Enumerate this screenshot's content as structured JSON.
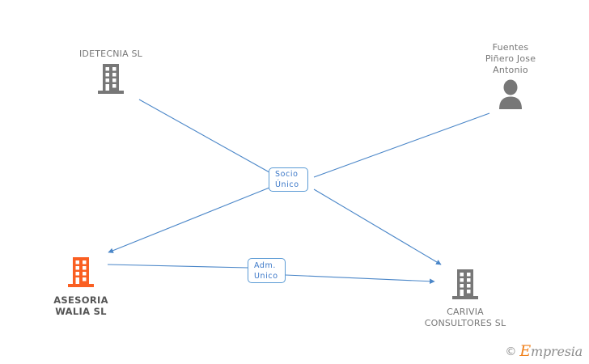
{
  "diagram": {
    "type": "corporate-relationship-graph",
    "background_color": "#ffffff",
    "edge_color": "#4a86c8",
    "accent_color": "#fa5f22",
    "node_gray": "#777777",
    "relation_box_color": "#5b9bd5",
    "relation_text_color": "#3c78c8"
  },
  "nodes": [
    {
      "id": "idetecnia",
      "label": "IDETECNIA SL",
      "icon": "building-icon",
      "icon_color": "#777777",
      "highlighted": false,
      "label_position": "above"
    },
    {
      "id": "fuentes",
      "label": "Fuentes\nPiñero Jose\nAntonio",
      "icon": "person-icon",
      "icon_color": "#777777",
      "highlighted": false,
      "label_position": "above"
    },
    {
      "id": "asesoria",
      "label": "ASESORIA\nWALIA  SL",
      "icon": "building-icon",
      "icon_color": "#fa5f22",
      "highlighted": true,
      "label_position": "below"
    },
    {
      "id": "carivia",
      "label": "CARIVIA\nCONSULTORES SL",
      "icon": "building-icon",
      "icon_color": "#777777",
      "highlighted": false,
      "label_position": "below"
    }
  ],
  "relation_labels": [
    {
      "id": "socio-unico",
      "text": "Socio\nÚnico",
      "stacked": true
    },
    {
      "id": "adm-unico",
      "text": "Adm.\nUnico",
      "stacked": false
    }
  ],
  "edges": [
    {
      "id": "idetecnia-to-socio",
      "from": "idetecnia",
      "to": "socio-unico",
      "arrowhead": false
    },
    {
      "id": "fuentes-to-socio",
      "from": "fuentes",
      "to": "socio-unico",
      "arrowhead": false
    },
    {
      "id": "socio-to-asesoria",
      "from": "socio-unico",
      "to": "asesoria",
      "arrowhead": true
    },
    {
      "id": "socio-to-carivia",
      "from": "socio-unico",
      "to": "carivia",
      "arrowhead": true
    },
    {
      "id": "asesoria-to-adm",
      "from": "asesoria",
      "to": "adm-unico",
      "arrowhead": false
    },
    {
      "id": "adm-to-carivia",
      "from": "adm-unico",
      "to": "carivia",
      "arrowhead": true
    }
  ],
  "watermark": {
    "copyright_symbol": "©",
    "brand_initial": "E",
    "brand_rest": "mpresia"
  }
}
